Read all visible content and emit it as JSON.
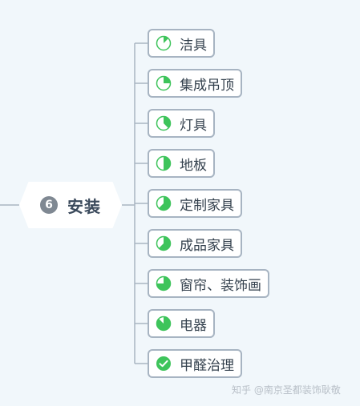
{
  "central_topic": {
    "badge": "6",
    "title": "安装"
  },
  "subtopics": [
    {
      "label": "洁具",
      "progress": 0.125
    },
    {
      "label": "集成吊顶",
      "progress": 0.25
    },
    {
      "label": "灯具",
      "progress": 0.375
    },
    {
      "label": "地板",
      "progress": 0.5
    },
    {
      "label": "定制家具",
      "progress": 0.625
    },
    {
      "label": "成品家具",
      "progress": 0.625
    },
    {
      "label": "窗帘、装饰画",
      "progress": 0.75
    },
    {
      "label": "电器",
      "progress": 0.875
    },
    {
      "label": "甲醛治理",
      "progress": 1.0
    }
  ],
  "watermark": "知乎 @南京圣都装饰耿敬",
  "colors": {
    "background": "#f1f7fb",
    "progress_fill": "#3ec45b",
    "node_border": "#a7b4c2",
    "connector": "#a9b5c2"
  }
}
